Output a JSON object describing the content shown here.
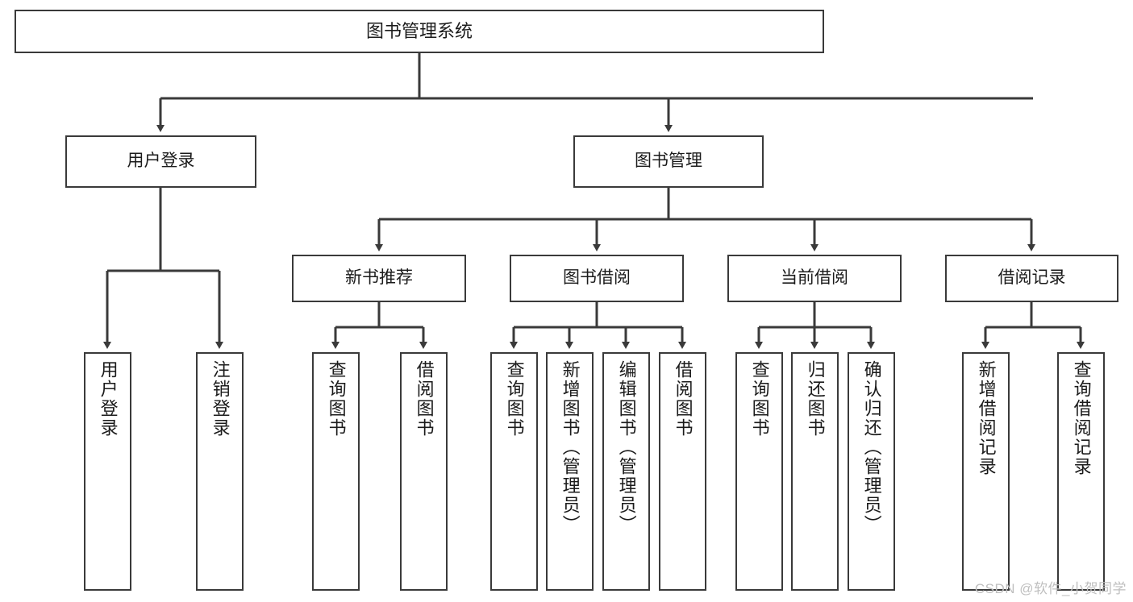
{
  "diagram": {
    "title": "图书管理系统",
    "type": "hierarchy-tree",
    "levels": 4,
    "colors": {
      "box_border": "#3a3a3a",
      "box_fill": "#ffffff",
      "connector": "#3a3a3a",
      "text": "#1b1b1b",
      "watermark": "#bfbfbf"
    },
    "root": {
      "label": "图书管理系统"
    },
    "level2": [
      {
        "label": "用户登录"
      },
      {
        "label": "图书管理"
      }
    ],
    "level3": [
      {
        "label": "新书推荐"
      },
      {
        "label": "图书借阅"
      },
      {
        "label": "当前借阅"
      },
      {
        "label": "借阅记录"
      }
    ],
    "leaves": {
      "user_login": [
        {
          "label": "用户登录"
        },
        {
          "label": "注销登录"
        }
      ],
      "new_book_recommend": [
        {
          "label": "查询图书"
        },
        {
          "label": "借阅图书"
        }
      ],
      "book_borrow": [
        {
          "label": "查询图书"
        },
        {
          "label": "新增图书（管理员）"
        },
        {
          "label": "编辑图书（管理员）"
        },
        {
          "label": "借阅图书"
        }
      ],
      "current_borrow": [
        {
          "label": "查询图书"
        },
        {
          "label": "归还图书"
        },
        {
          "label": "确认归还（管理员）"
        }
      ],
      "borrow_record": [
        {
          "label": "新增借阅记录"
        },
        {
          "label": "查询借阅记录"
        }
      ]
    }
  },
  "watermark": {
    "text": "CSDN @软件_小贺同学"
  }
}
